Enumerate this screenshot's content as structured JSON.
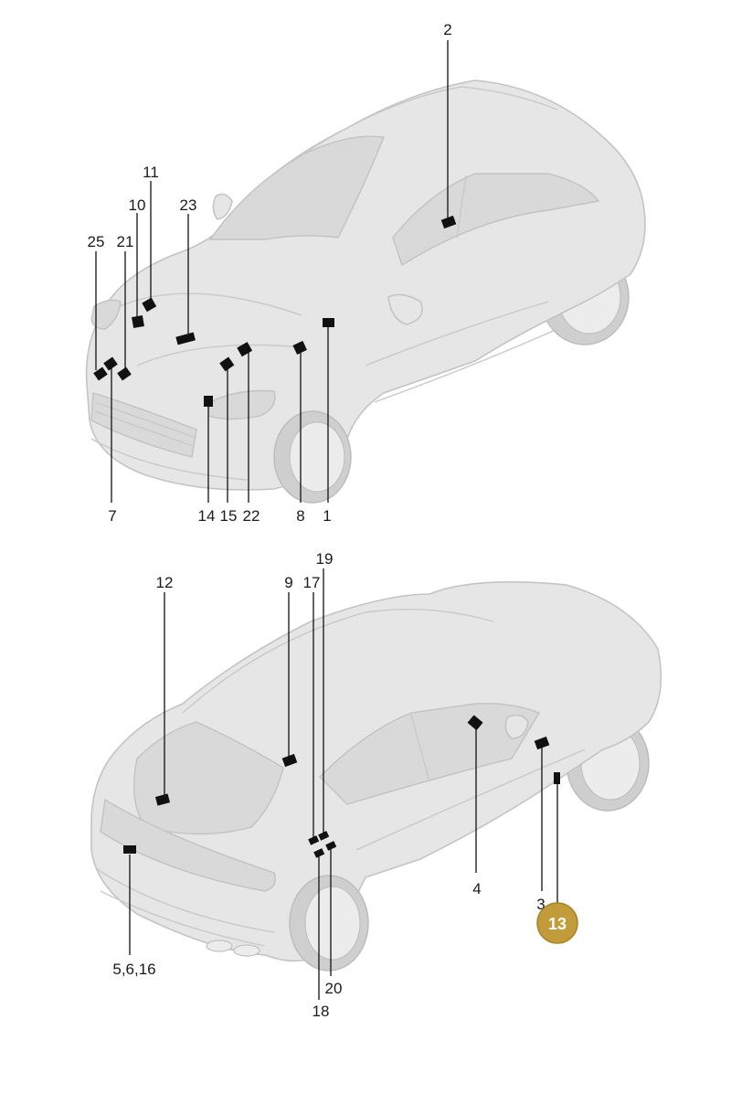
{
  "diagram": {
    "front_view": {
      "callouts": [
        {
          "id": "2",
          "label": "2"
        },
        {
          "id": "11",
          "label": "11"
        },
        {
          "id": "10",
          "label": "10"
        },
        {
          "id": "23",
          "label": "23"
        },
        {
          "id": "25",
          "label": "25"
        },
        {
          "id": "21",
          "label": "21"
        },
        {
          "id": "7",
          "label": "7"
        },
        {
          "id": "14",
          "label": "14"
        },
        {
          "id": "15",
          "label": "15"
        },
        {
          "id": "22",
          "label": "22"
        },
        {
          "id": "8",
          "label": "8"
        },
        {
          "id": "1",
          "label": "1"
        }
      ]
    },
    "rear_view": {
      "callouts": [
        {
          "id": "12",
          "label": "12"
        },
        {
          "id": "9",
          "label": "9"
        },
        {
          "id": "17",
          "label": "17"
        },
        {
          "id": "19",
          "label": "19"
        },
        {
          "id": "4",
          "label": "4"
        },
        {
          "id": "3",
          "label": "3"
        },
        {
          "id": "5-6-16",
          "label": "5,6,16"
        },
        {
          "id": "20",
          "label": "20"
        },
        {
          "id": "18",
          "label": "18"
        }
      ],
      "highlight": {
        "label": "13",
        "color": "#c29b3a"
      }
    }
  }
}
